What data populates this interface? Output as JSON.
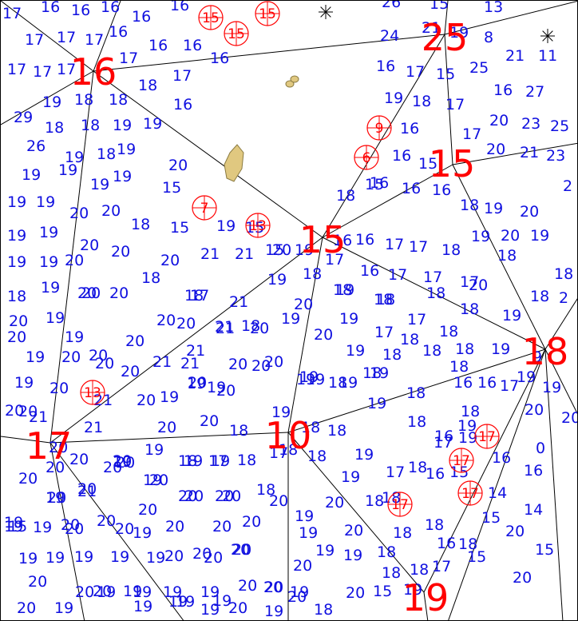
{
  "map": {
    "background_color": "#ffffff",
    "line_color": "#000000",
    "sounding_color": "#1010e0",
    "node_label_color": "#ff0000",
    "land_color": "#e0c880",
    "icons": [
      "rock-star-icon",
      "land-patch-icon",
      "circled-sounding-icon"
    ]
  },
  "node_labels": [
    "25",
    "16",
    "15",
    "15",
    "18",
    "10",
    "17",
    "19"
  ],
  "circled_soundings": [
    "15",
    "15",
    "15",
    "7",
    "13",
    "9",
    "6",
    "13",
    "17",
    "17",
    "17",
    "17"
  ],
  "soundings": [
    "17",
    "16",
    "16",
    "16",
    "16",
    "16",
    "26",
    "15",
    "13",
    "17",
    "17",
    "17",
    "16",
    "24",
    "21",
    "19",
    "8",
    "17",
    "17",
    "17",
    "17",
    "16",
    "16",
    "16",
    "16",
    "17",
    "15",
    "25",
    "21",
    "11",
    "19",
    "18",
    "18",
    "18",
    "17",
    "16",
    "27",
    "29",
    "18",
    "18",
    "19",
    "19",
    "16",
    "18",
    "17",
    "20",
    "23",
    "25",
    "26",
    "19",
    "18",
    "19",
    "19",
    "16",
    "17",
    "19",
    "19",
    "19",
    "19",
    "20",
    "18",
    "15",
    "16",
    "15",
    "20",
    "21",
    "23",
    "19",
    "19",
    "20",
    "20",
    "15",
    "16",
    "16",
    "16",
    "18",
    "19",
    "20",
    "2",
    "19",
    "19",
    "20",
    "20",
    "18",
    "15",
    "19",
    "15",
    "15",
    "16",
    "16",
    "17",
    "17",
    "18",
    "19",
    "20",
    "19",
    "19",
    "20",
    "20",
    "21",
    "21",
    "20",
    "19",
    "17",
    "16",
    "17",
    "17",
    "17",
    "18",
    "19",
    "18",
    "19",
    "20",
    "18",
    "17",
    "19",
    "18",
    "18",
    "18",
    "18",
    "20",
    "20",
    "19",
    "20",
    "20",
    "18",
    "21",
    "20",
    "19",
    "18",
    "17",
    "18",
    "19",
    "18",
    "18",
    "20",
    "19",
    "20",
    "21",
    "18",
    "19",
    "19",
    "17",
    "18",
    "18",
    "19",
    "20",
    "20",
    "20",
    "21",
    "20",
    "20",
    "19",
    "18",
    "18",
    "18",
    "19",
    "2",
    "19",
    "20",
    "20",
    "21",
    "21",
    "20",
    "20",
    "19",
    "19",
    "19",
    "18",
    "16",
    "9",
    "20",
    "20",
    "20",
    "21",
    "20",
    "20",
    "20",
    "19",
    "18",
    "19",
    "18",
    "16",
    "19",
    "20",
    "20",
    "21",
    "21",
    "20",
    "19",
    "19",
    "19",
    "19",
    "18",
    "18",
    "18",
    "17",
    "19",
    "20",
    "21",
    "20",
    "20",
    "18",
    "19",
    "18",
    "18",
    "17",
    "19",
    "20",
    "20",
    "20",
    "19",
    "19",
    "18",
    "17",
    "18",
    "17",
    "19",
    "19",
    "20",
    "20",
    "21",
    "20",
    "19",
    "19",
    "19",
    "18",
    "18",
    "16",
    "20",
    "20",
    "20",
    "20",
    "20",
    "20",
    "18",
    "19",
    "18",
    "17",
    "16",
    "16",
    "19",
    "19",
    "20",
    "20",
    "20",
    "20",
    "20",
    "19",
    "20",
    "18",
    "18",
    "16",
    "19",
    "19",
    "20",
    "20",
    "20",
    "20",
    "20",
    "20",
    "19",
    "18",
    "15",
    "0",
    "19",
    "19",
    "19",
    "20",
    "20",
    "20",
    "20",
    "20",
    "18",
    "16",
    "15",
    "15",
    "19",
    "19",
    "19",
    "20",
    "20",
    "20",
    "19",
    "19",
    "18",
    "18",
    "14",
    "20",
    "20",
    "19",
    "19",
    "19",
    "20",
    "20",
    "19",
    "18",
    "17",
    "15",
    "14",
    "20",
    "20",
    "19",
    "19",
    "19",
    "19",
    "20",
    "20",
    "19",
    "18",
    "15",
    "20",
    "20",
    "19",
    "19",
    "19",
    "19",
    "20",
    "19",
    "18",
    "15"
  ],
  "landmark_labels": []
}
